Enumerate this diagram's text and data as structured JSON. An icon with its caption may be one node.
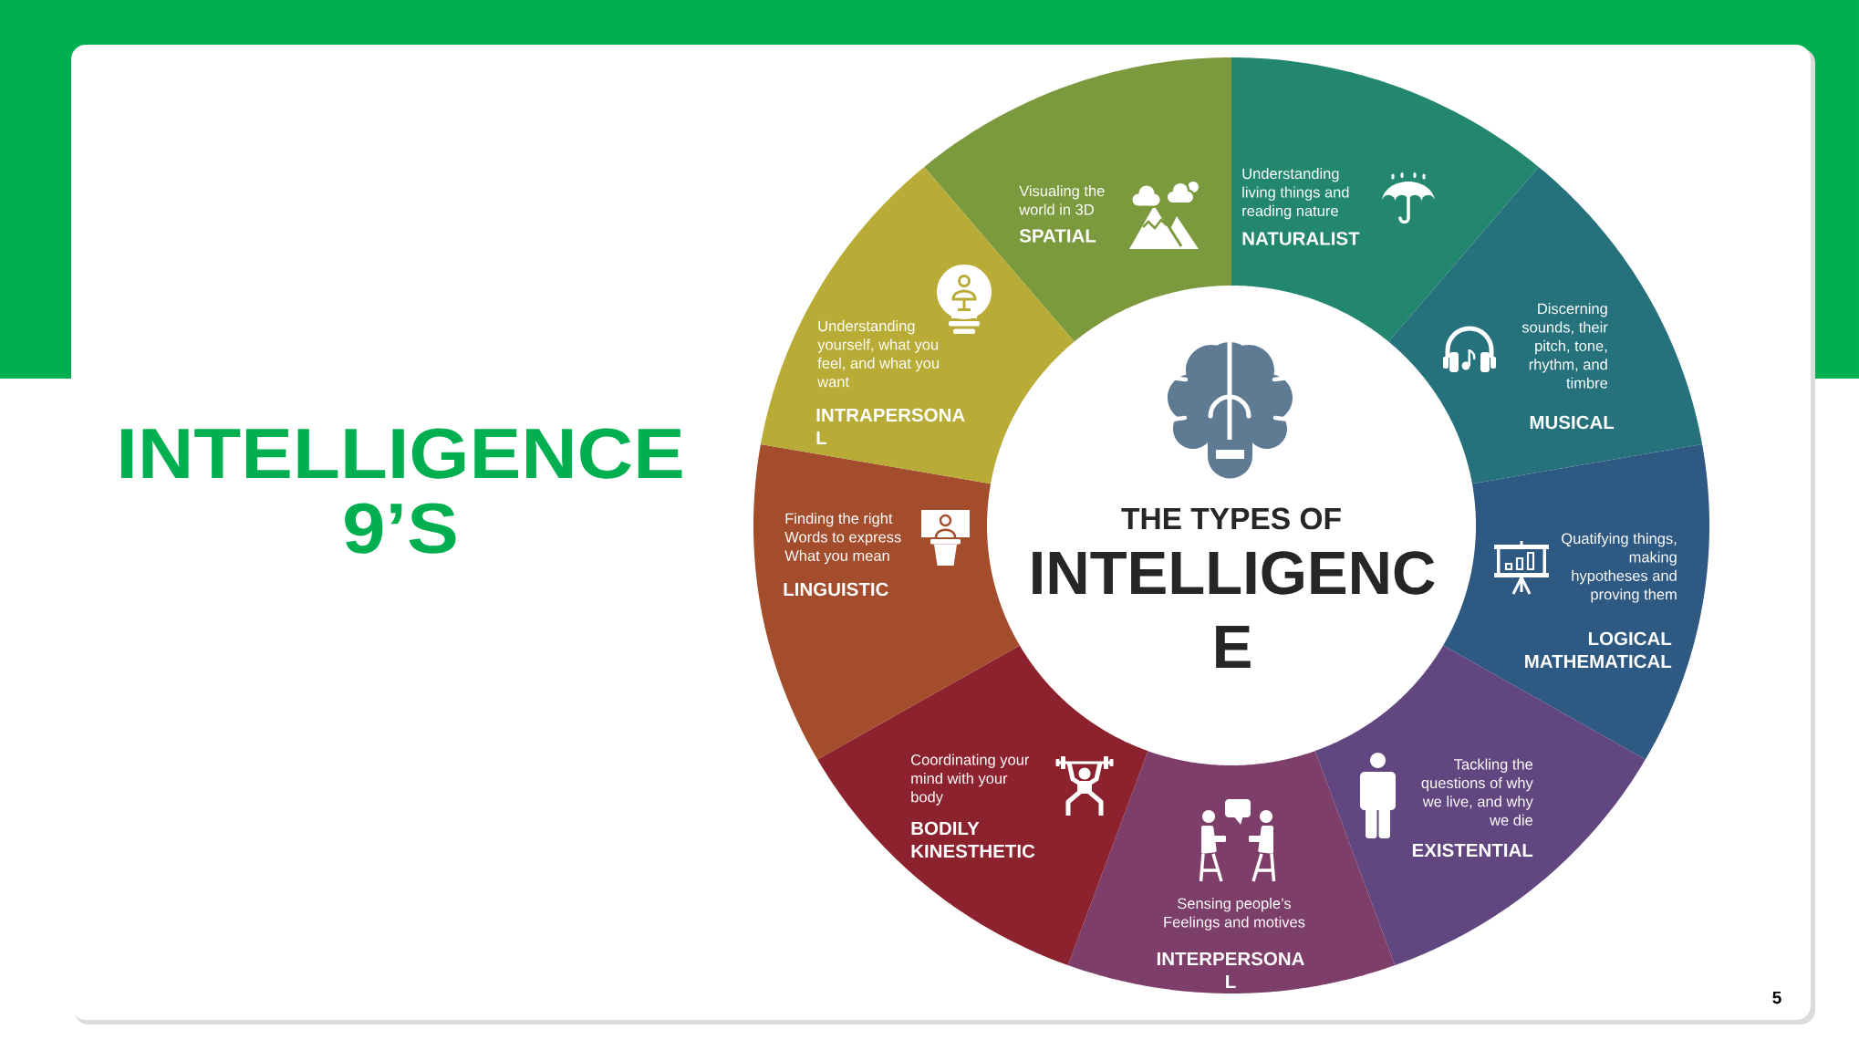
{
  "diagram": {
    "title": "INTELLIGENCE 9’S",
    "nodes": [
      {
        "text": [
          "THE TYPES OF",
          "INTELLIGENC E"
        ]
      },
      {
        "text": [
          "Visualing the world in 3D",
          "SPATIAL"
        ]
      },
      {
        "text": [
          "Understanding living things and reading nature",
          "NATURALIST"
        ]
      },
      {
        "text": [
          "Discerning sounds, their pitch, tone, rhythm, and timbre",
          "MUSICAL"
        ]
      },
      {
        "text": [
          "Quatifying things, making hypotheses and proving them",
          "LOGICAL MATHEMATICAL"
        ]
      },
      {
        "text": [
          "Tackling the questions of why we live, and why we die",
          "EXISTENTIAL"
        ]
      },
      {
        "text": [
          "Sensing people’s Feelings and motives",
          "INTERPERSONA L"
        ]
      },
      {
        "text": [
          "Coordinating your mind with your body",
          "BODILY KINESTHETIC"
        ]
      },
      {
        "text": [
          "Finding the right Words to express What you mean",
          "LINGUISTIC"
        ]
      },
      {
        "text": [
          "Understanding yourself, what you feel, and what you want",
          "INTRAPERSONA L"
        ]
      }
    ],
    "labels": [
      "5"
    ]
  }
}
